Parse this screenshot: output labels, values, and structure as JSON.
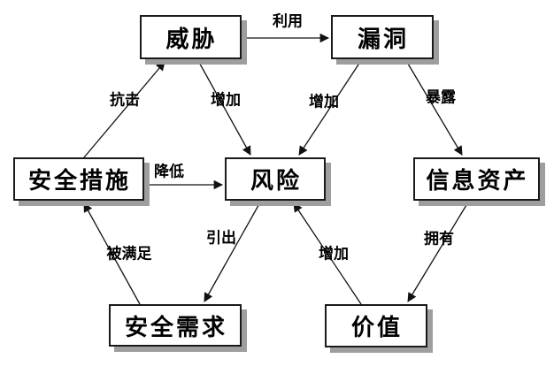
{
  "diagram": {
    "type": "relationship-diagram",
    "nodes": {
      "threat": {
        "label": "威胁"
      },
      "vulnerability": {
        "label": "漏洞"
      },
      "security_measures": {
        "label": "安全措施"
      },
      "risk": {
        "label": "风险"
      },
      "information_assets": {
        "label": "信息资产"
      },
      "security_requirements": {
        "label": "安全需求"
      },
      "value": {
        "label": "价值"
      }
    },
    "edges": {
      "exploit": {
        "label": "利用",
        "from": "threat",
        "to": "vulnerability"
      },
      "resist": {
        "label": "抗击",
        "from": "security_measures",
        "to": "threat"
      },
      "threat_increase": {
        "label": "增加",
        "from": "threat",
        "to": "risk"
      },
      "vulnerability_increase": {
        "label": "增加",
        "from": "vulnerability",
        "to": "risk"
      },
      "expose": {
        "label": "暴露",
        "from": "vulnerability",
        "to": "information_assets"
      },
      "reduce": {
        "label": "降低",
        "from": "security_measures",
        "to": "risk"
      },
      "satisfied_by": {
        "label": "被满足",
        "from": "security_requirements",
        "to": "security_measures"
      },
      "derive": {
        "label": "引出",
        "from": "risk",
        "to": "security_requirements"
      },
      "value_increase": {
        "label": "增加",
        "from": "value",
        "to": "risk"
      },
      "own": {
        "label": "拥有",
        "from": "information_assets",
        "to": "value"
      }
    },
    "colors": {
      "node_fill": "#ffffff",
      "node_border": "#1a1a1a",
      "shadow": "#9e9e9e",
      "line": "#111111",
      "text": "#000000",
      "background": "#ffffff"
    }
  }
}
